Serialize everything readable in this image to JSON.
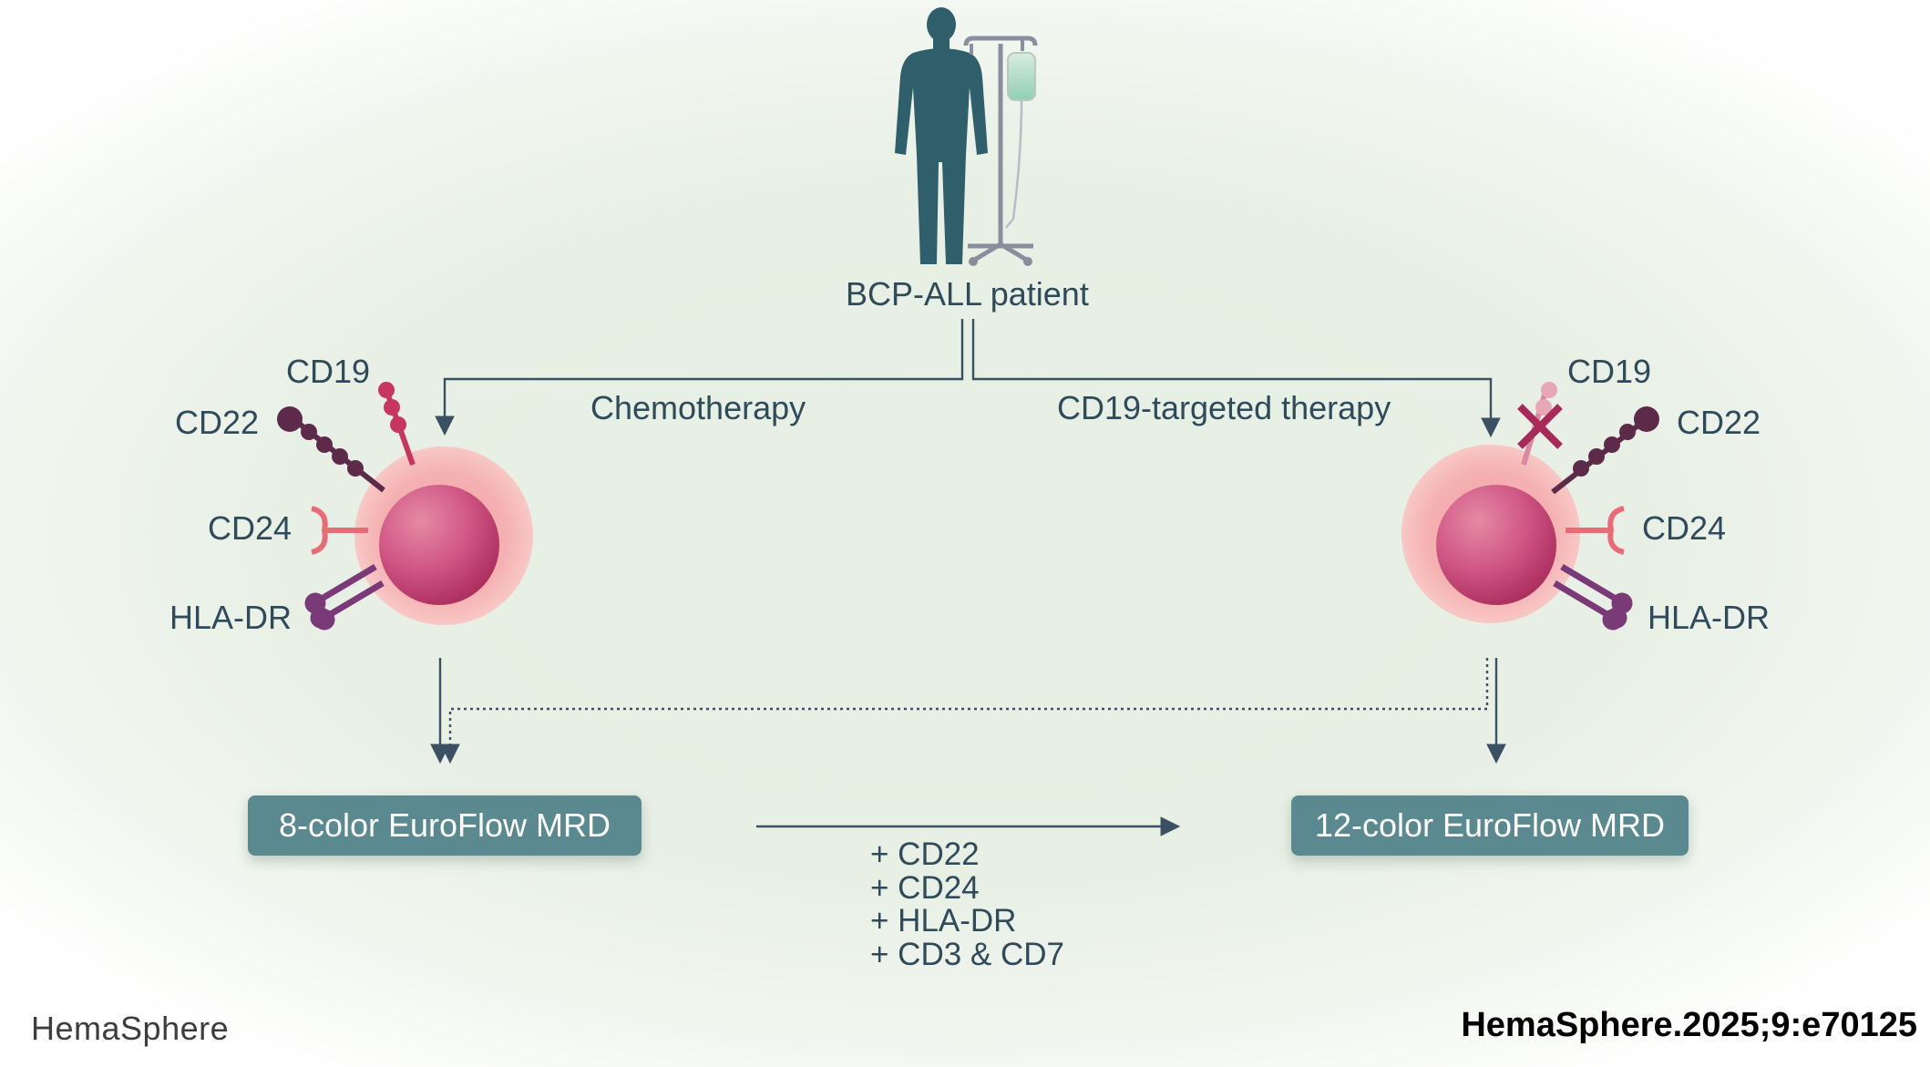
{
  "patient": {
    "label": "BCP-ALL patient",
    "icon": "patient-with-iv-drip-icon"
  },
  "therapies": {
    "left": "Chemotherapy",
    "right": "CD19-targeted therapy"
  },
  "left_cell": {
    "markers": {
      "cd19": "CD19",
      "cd22": "CD22",
      "cd24": "CD24",
      "hla_dr": "HLA-DR"
    }
  },
  "right_cell": {
    "markers": {
      "cd19": "CD19",
      "cd22": "CD22",
      "cd24": "CD24",
      "hla_dr": "HLA-DR"
    },
    "cd19_lost": true
  },
  "panels": {
    "left": "8-color EuroFlow MRD",
    "right": "12-color EuroFlow MRD"
  },
  "added_markers": [
    "+ CD22",
    "+ CD24",
    "+ HLA-DR",
    "+ CD3 & CD7"
  ],
  "footer": {
    "journal": "HemaSphere",
    "citation": "HemaSphere.2025;9:e70125"
  },
  "colors": {
    "text": "#2f4a5a",
    "line": "#3b5163",
    "box": "#5a8a8f",
    "silhouette": "#2f5f6a",
    "cd19": "#c8365f",
    "cd22": "#5e2a4a",
    "cd24": "#ea6b78",
    "hla_dr": "#7a3a78"
  }
}
